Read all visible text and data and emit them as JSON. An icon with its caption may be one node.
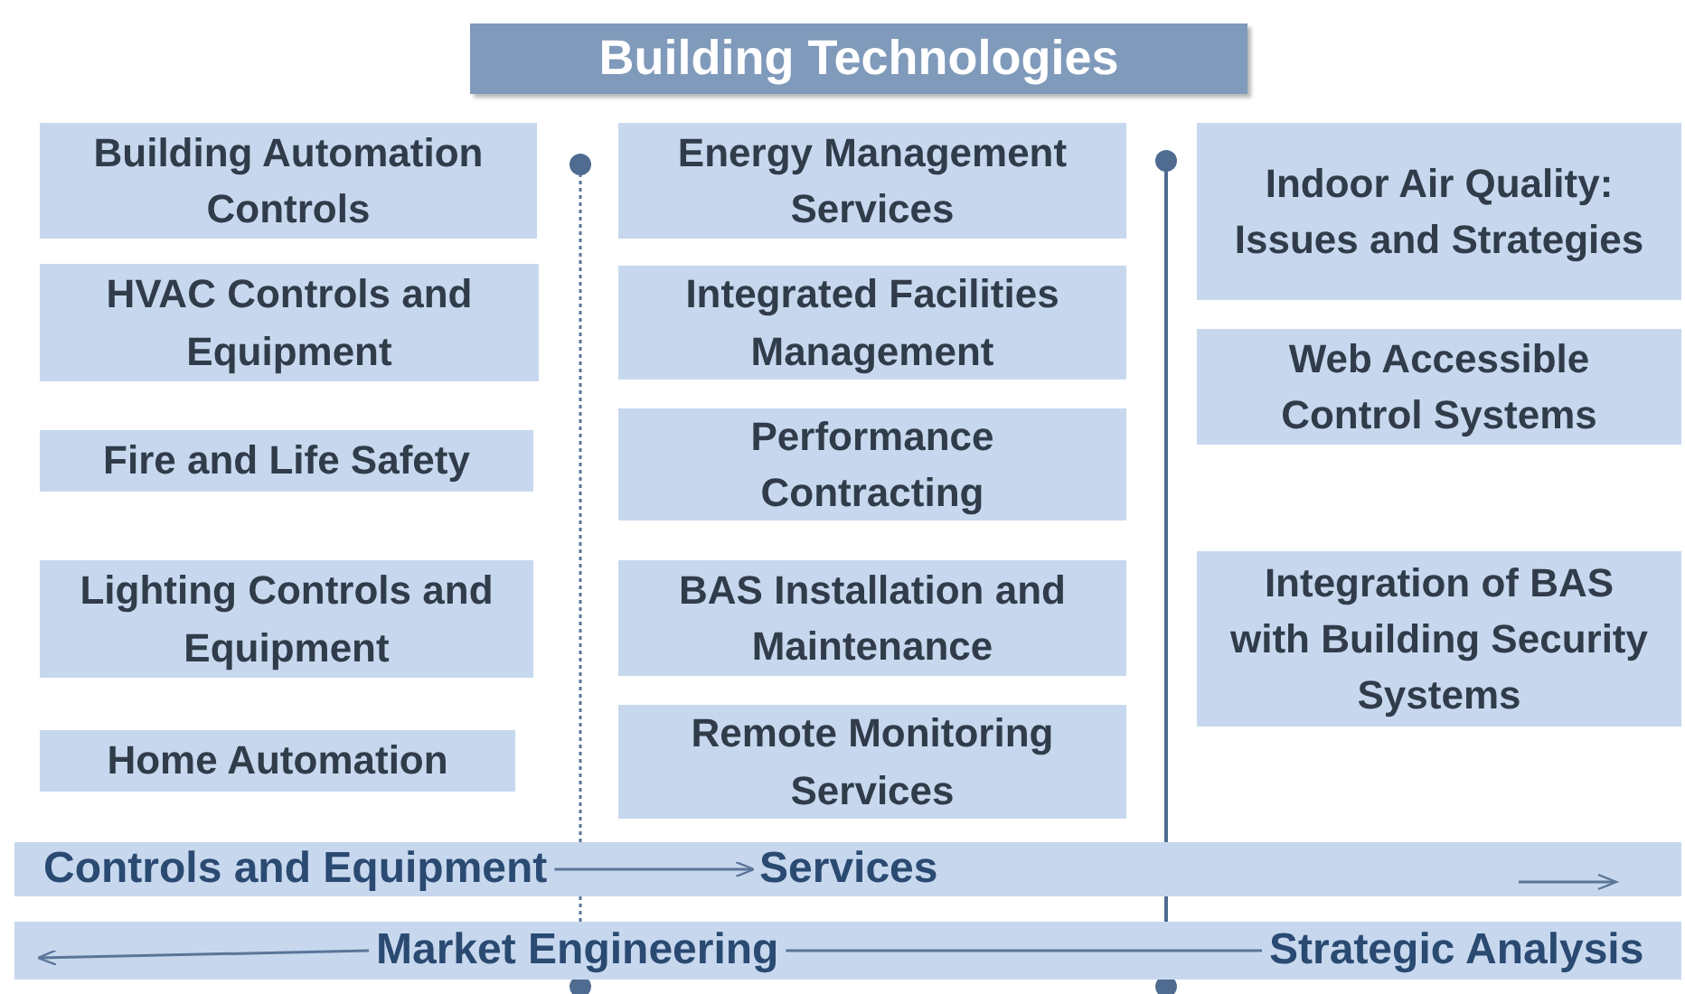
{
  "diagram": {
    "title": "Building Technologies",
    "nodes": [
      {
        "text": [
          "Building Automation Controls"
        ]
      },
      {
        "text": [
          "HVAC Controls and Equipment"
        ]
      },
      {
        "text": [
          "Fire and Life Safety"
        ]
      },
      {
        "text": [
          "Lighting Controls and Equipment"
        ]
      },
      {
        "text": [
          "Home Automation"
        ]
      },
      {
        "text": [
          "Energy Management Services"
        ]
      },
      {
        "text": [
          "Integrated Facilities Management"
        ]
      },
      {
        "text": [
          "Performance Contracting"
        ]
      },
      {
        "text": [
          "BAS Installation and Maintenance"
        ]
      },
      {
        "text": [
          "Remote Monitoring Services"
        ]
      },
      {
        "text": [
          "Indoor Air Quality: Issues and Strategies"
        ]
      },
      {
        "text": [
          "Web Accessible Control Systems"
        ]
      },
      {
        "text": [
          "Integration of BAS with Building Security Systems"
        ]
      },
      {
        "text": [],
        "shape": "bar"
      },
      {
        "text": [
          "Controls and Equipment"
        ],
        "in": 13
      },
      {
        "text": [
          "Services"
        ],
        "in": 13
      },
      {
        "text": [],
        "shape": "bar"
      },
      {
        "text": [
          "Market Engineering"
        ],
        "in": 16
      },
      {
        "text": [
          "Strategic Analysis"
        ],
        "in": 16
      }
    ],
    "edges": [
      {
        "from": 14,
        "to": 15,
        "arrow": "to"
      },
      {
        "from": 17,
        "to": null,
        "arrow": "to"
      },
      {
        "from": 17,
        "to": 18,
        "arrow": "none"
      }
    ]
  }
}
